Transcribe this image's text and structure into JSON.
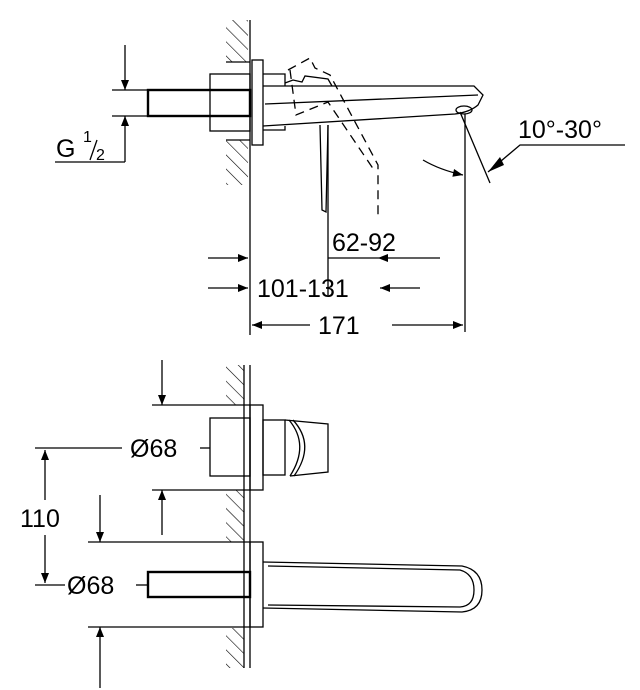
{
  "side_view": {
    "thread": {
      "prefix": "G",
      "numerator": "1",
      "denominator": "2"
    },
    "angle_label": "10°-30°",
    "lever_offset_label": "62-92",
    "wall_depth_label": "101-131",
    "projection_label": "171"
  },
  "front_view": {
    "upper_rosette_label": "Ø68",
    "lower_rosette_label": "Ø68",
    "spacing_label": "110"
  }
}
